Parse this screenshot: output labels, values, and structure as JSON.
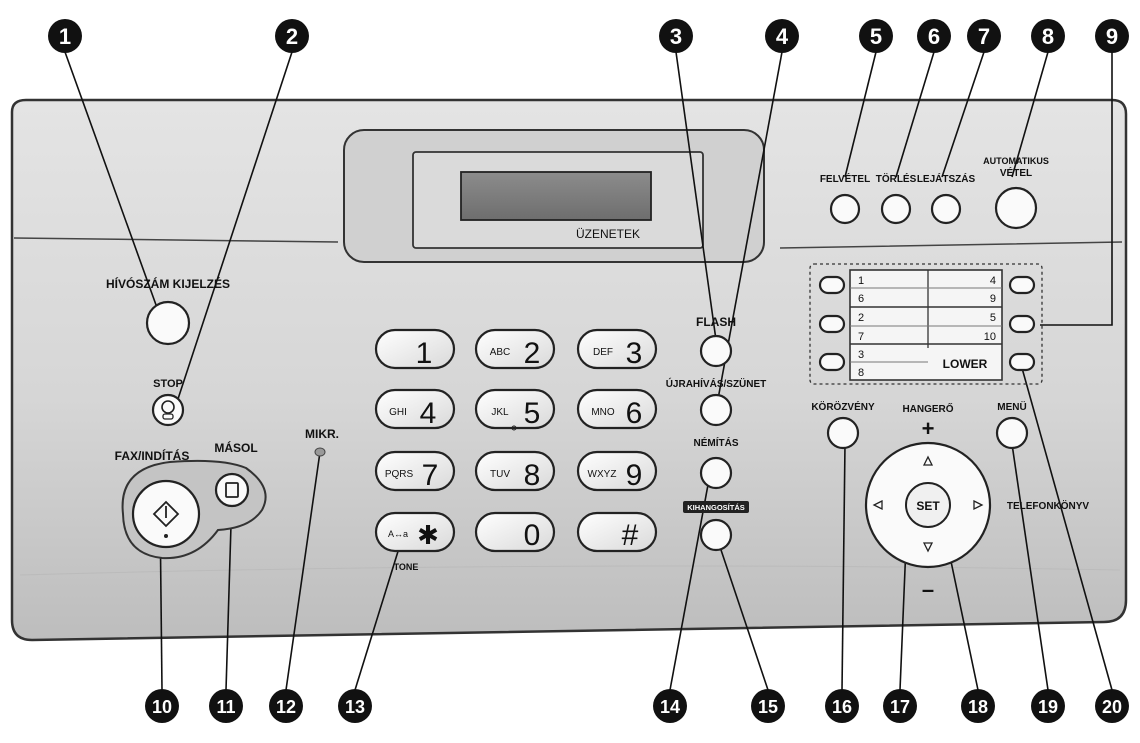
{
  "callouts": [
    "1",
    "2",
    "3",
    "4",
    "5",
    "6",
    "7",
    "8",
    "9",
    "10",
    "11",
    "12",
    "13",
    "14",
    "15",
    "16",
    "17",
    "18",
    "19",
    "20"
  ],
  "labels": {
    "caller_id": "HÍVÓSZÁM KIJELZÉS",
    "stop": "STOP",
    "fax_start": "FAX/INDÍTÁS",
    "copy": "MÁSOL",
    "mic": "MIKR.",
    "tone": "TONE",
    "flash": "FLASH",
    "redial": "ÚJRAHÍVÁS/SZÜNET",
    "mute": "NÉMÍTÁS",
    "speaker": "KIHANGOSÍTÁS",
    "record": "FELVÉTEL",
    "erase": "TÖRLÉS",
    "play": "LEJÁTSZÁS",
    "auto_answer_1": "AUTOMATIKUS",
    "auto_answer_2": "VÉTEL",
    "messages": "ÜZENETEK",
    "broadcast": "KÖRÖZVÉNY",
    "volume": "HANGERŐ",
    "plus": "+",
    "minus": "–",
    "set": "SET",
    "phonebook": "TELEFONKÖNYV",
    "menu": "MENÜ",
    "lower": "LOWER"
  },
  "keypad": [
    {
      "sub": "",
      "main": "1"
    },
    {
      "sub": "ABC",
      "main": "2"
    },
    {
      "sub": "DEF",
      "main": "3"
    },
    {
      "sub": "GHI",
      "main": "4"
    },
    {
      "sub": "JKL",
      "main": "5"
    },
    {
      "sub": "MNO",
      "main": "6"
    },
    {
      "sub": "PQRS",
      "main": "7"
    },
    {
      "sub": "TUV",
      "main": "8"
    },
    {
      "sub": "WXYZ",
      "main": "9"
    },
    {
      "sub": "A↔a",
      "main": "✱"
    },
    {
      "sub": "",
      "main": "0"
    },
    {
      "sub": "",
      "main": "#"
    }
  ],
  "one_touch": [
    {
      "left": "1",
      "right": "4"
    },
    {
      "left": "6",
      "right": "9"
    },
    {
      "left": "2",
      "right": "5"
    },
    {
      "left": "7",
      "right": "10"
    },
    {
      "left": "3",
      "right": ""
    },
    {
      "left": "8",
      "right": ""
    }
  ]
}
